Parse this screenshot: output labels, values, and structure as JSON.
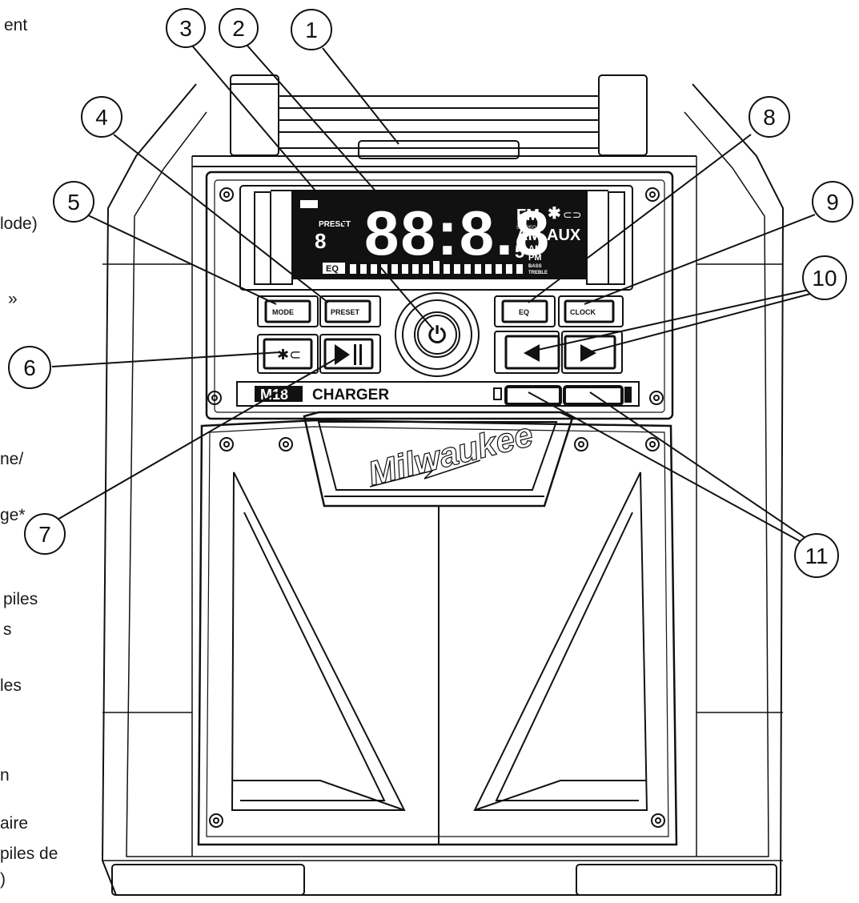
{
  "side_text": [
    "ent",
    "lode)",
    "»",
    "ne/",
    "ge*",
    "piles",
    "s",
    "les",
    "n",
    "aire",
    "piles de",
    ")"
  ],
  "callouts": [
    "1",
    "2",
    "3",
    "4",
    "5",
    "6",
    "7",
    "8",
    "9",
    "10",
    "11"
  ],
  "buttons": {
    "mode": "MODE",
    "preset": "PRESET",
    "eq": "EQ",
    "clock": "CLOCK"
  },
  "display": {
    "preset_label": "PRESET",
    "preset_digit": "8",
    "digits": "88:8.8",
    "fm": "FM",
    "stereo": "STEREO",
    "am": "AM",
    "aux": "AUX",
    "am_small": "AM",
    "pm_small": "PM",
    "s_digit": "5",
    "eq_label": "EQ",
    "bass": "BASS",
    "treble": "TREBLE"
  },
  "charger": {
    "m18": "M18",
    "label": "CHARGER"
  },
  "brand": "Milwaukee"
}
